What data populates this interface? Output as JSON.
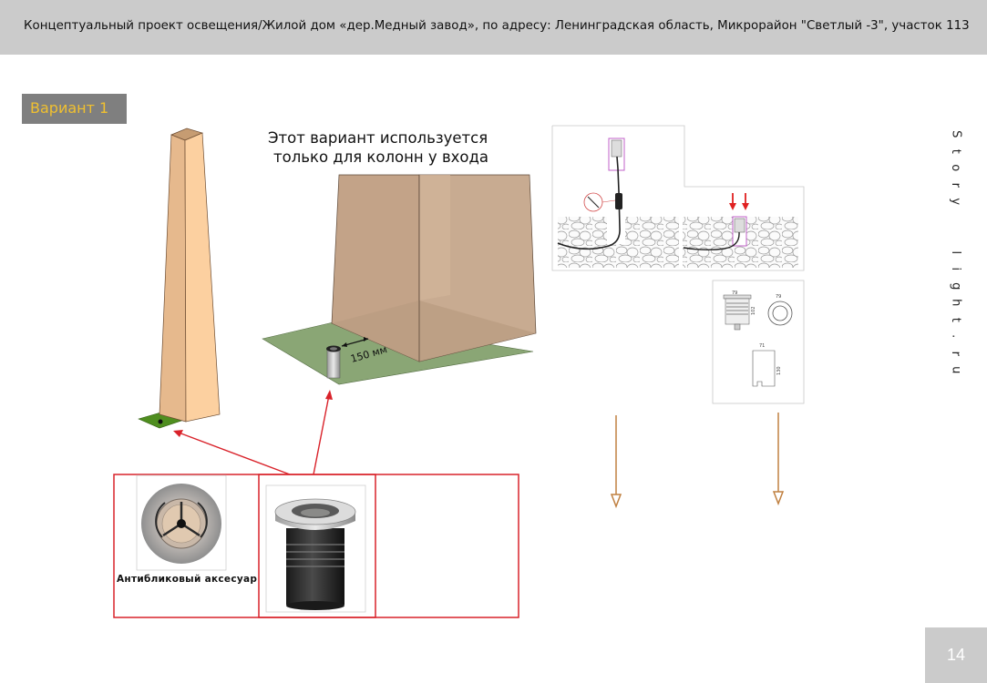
{
  "header": {
    "title": "Концептуальный проект освещения/Жилой дом «дер.Медный завод», по адресу: Ленинградская область, Микрорайон \"Светлый -3\", участок 113"
  },
  "variant": {
    "label": "Вариант 1"
  },
  "note": {
    "line1": "Этот вариант используется",
    "line2": "только для колонн у входа"
  },
  "diagram": {
    "distance_label": "150 мм",
    "dimensions": {
      "top_width": "79",
      "height": "102",
      "ring_diameter": "79",
      "sleeve_width": "71",
      "sleeve_height": "130"
    }
  },
  "products": {
    "accessory_caption": "Антибликовый аксесуар"
  },
  "brand": {
    "letters": [
      "S",
      "t",
      "o",
      "r",
      "y",
      " ",
      "l",
      "i",
      "g",
      "h",
      "t",
      ".",
      "r",
      "u"
    ]
  },
  "page": {
    "number": "14"
  },
  "colors": {
    "header_bg": "#cbcbcb",
    "badge_bg": "#7f7f7f",
    "badge_text": "#f0c030",
    "frame_red": "#d9222a",
    "arrow_brown": "#c08040",
    "grass": "#4f8e1f",
    "ground": "#8aa675",
    "column": "#fcd0a0",
    "wall": "#c7a98e"
  }
}
